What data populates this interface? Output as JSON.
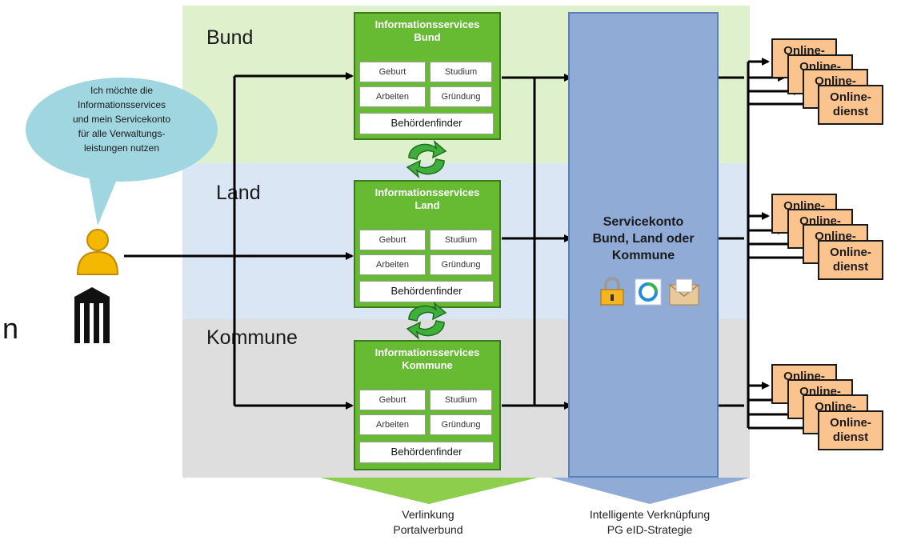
{
  "levels": {
    "bund": "Bund",
    "land": "Land",
    "kommune": "Kommune"
  },
  "speech_bubble": {
    "lines": [
      "Ich möchte die",
      "Informationsservices",
      "und mein Servicekonto",
      "für alle Verwaltungs-",
      "leistungen nutzen"
    ]
  },
  "left_edge_fragment": "n",
  "info_services": [
    {
      "title_line1": "Informationsservices",
      "title_line2": "Bund",
      "items": [
        "Geburt",
        "Studium",
        "Arbeiten",
        "Gründung"
      ],
      "finder": "Behördenfinder"
    },
    {
      "title_line1": "Informationsservices",
      "title_line2": "Land",
      "items": [
        "Geburt",
        "Studium",
        "Arbeiten",
        "Gründung"
      ],
      "finder": "Behördenfinder"
    },
    {
      "title_line1": "Informationsservices",
      "title_line2": "Kommune",
      "items": [
        "Geburt",
        "Studium",
        "Arbeiten",
        "Gründung"
      ],
      "finder": "Behördenfinder"
    }
  ],
  "servicekonto": {
    "line1": "Servicekonto",
    "line2": "Bund, Land oder",
    "line3": "Kommune",
    "icons": [
      "lock-icon",
      "eid-ring-icon",
      "envelope-icon"
    ]
  },
  "online_services": {
    "back_label": "Online-",
    "front_line1": "Online-",
    "front_line2": "dienst"
  },
  "captions": {
    "left_line1": "Verlinkung",
    "left_line2": "Portalverbund",
    "right_line1": "Intelligente Verknüpfung",
    "right_line2": "PG eID-Strategie"
  },
  "colors": {
    "bund_band": "#dff0cc",
    "land_band": "#dbe6f5",
    "kommune_band": "#dedede",
    "info_green": "#66bb33",
    "servicekonto_blue": "#8fabd6",
    "online_orange": "#fbc48f",
    "bubble": "#9fd6e0",
    "person": "#f5b800"
  }
}
